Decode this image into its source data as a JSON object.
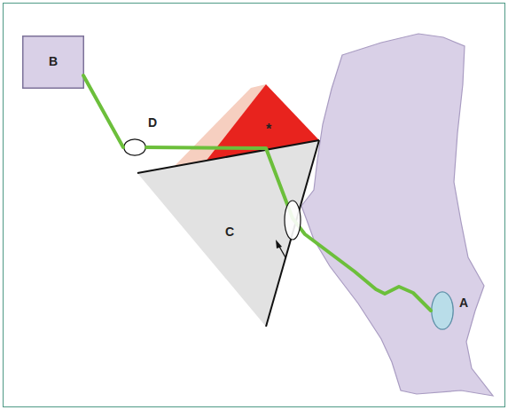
{
  "diagram": {
    "nodes": [
      {
        "text": [
          "B"
        ]
      },
      {
        "text": [
          "D"
        ]
      },
      {
        "text": [
          "C"
        ]
      },
      {
        "text": [
          "A"
        ]
      }
    ],
    "edges": [
      {
        "from": 0,
        "to": 1,
        "arrow": "none"
      },
      {
        "from": 1,
        "to": 3,
        "arrow": "none"
      }
    ],
    "labels": [
      "*"
    ]
  }
}
